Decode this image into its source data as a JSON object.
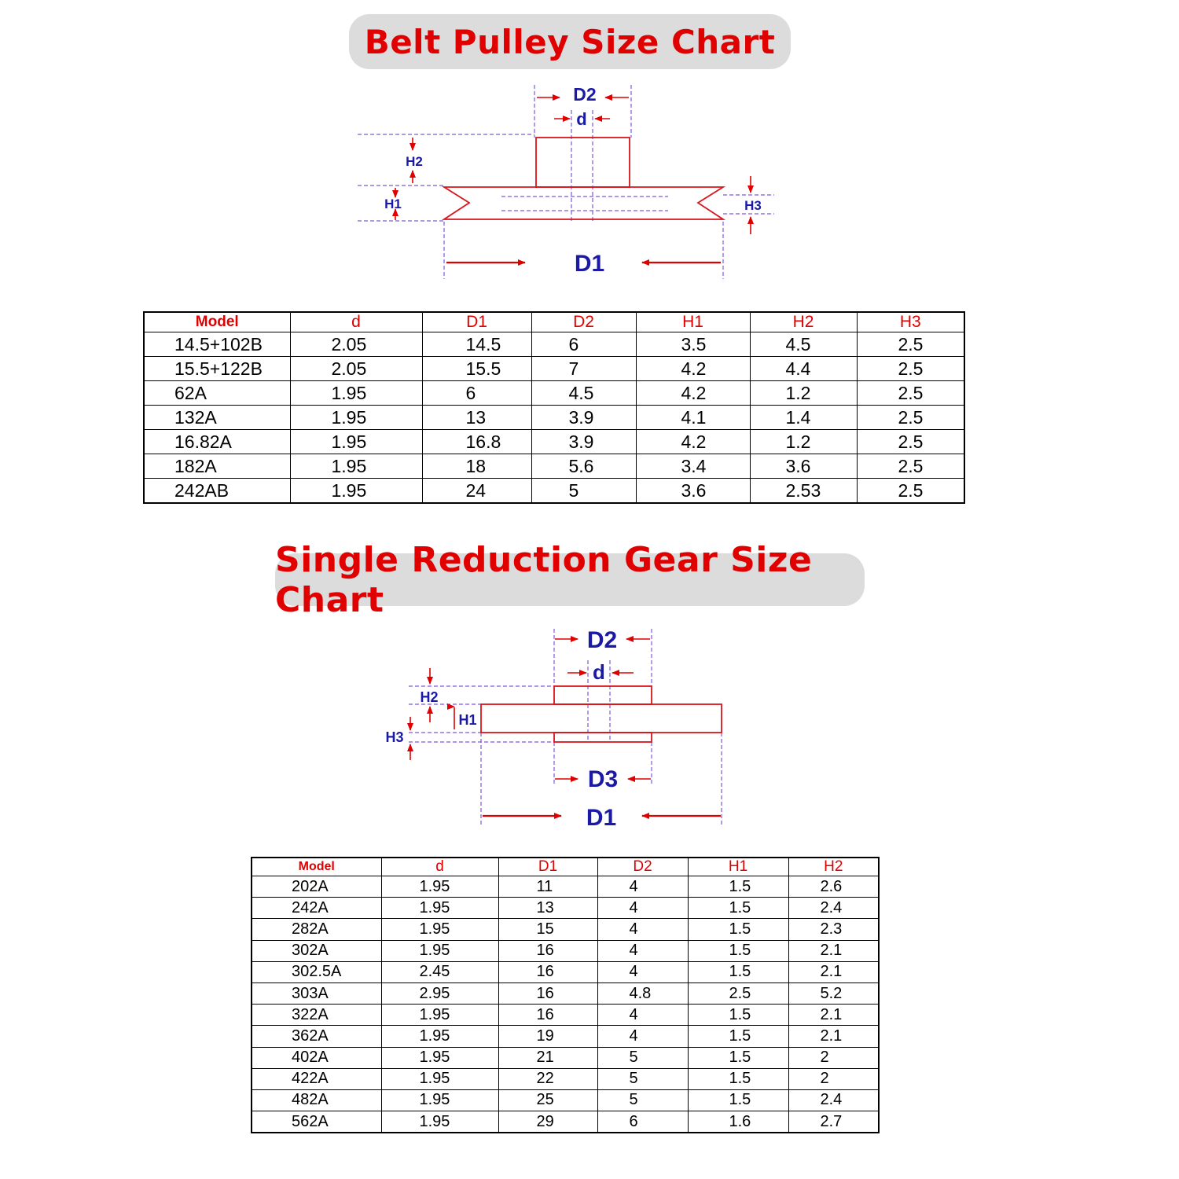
{
  "belt_pulley": {
    "title": "Belt Pulley Size Chart",
    "diagram_labels": {
      "D2": "D2",
      "d": "d",
      "H2": "H2",
      "H1": "H1",
      "H3": "H3",
      "D1": "D1"
    },
    "headers": [
      "Model",
      "d",
      "D1",
      "D2",
      "H1",
      "H2",
      "H3"
    ],
    "rows": [
      [
        "14.5+102B",
        "2.05",
        "14.5",
        "6",
        "3.5",
        "4.5",
        "2.5"
      ],
      [
        "15.5+122B",
        "2.05",
        "15.5",
        "7",
        "4.2",
        "4.4",
        "2.5"
      ],
      [
        "62A",
        "1.95",
        "6",
        "4.5",
        "4.2",
        "1.2",
        "2.5"
      ],
      [
        "132A",
        "1.95",
        "13",
        "3.9",
        "4.1",
        "1.4",
        "2.5"
      ],
      [
        "16.82A",
        "1.95",
        "16.8",
        "3.9",
        "4.2",
        "1.2",
        "2.5"
      ],
      [
        "182A",
        "1.95",
        "18",
        "5.6",
        "3.4",
        "3.6",
        "2.5"
      ],
      [
        "242AB",
        "1.95",
        "24",
        "5",
        "3.6",
        "2.53",
        "2.5"
      ]
    ]
  },
  "gear": {
    "title": "Single Reduction Gear Size Chart",
    "diagram_labels": {
      "D2": "D2",
      "d": "d",
      "H2": "H2",
      "H1": "H1",
      "H3": "H3",
      "D3": "D3",
      "D1": "D1"
    },
    "headers": [
      "Model",
      "d",
      "D1",
      "D2",
      "H1",
      "H2"
    ],
    "rows": [
      [
        "202A",
        "1.95",
        "11",
        "4",
        "1.5",
        "2.6"
      ],
      [
        "242A",
        "1.95",
        "13",
        "4",
        "1.5",
        "2.4"
      ],
      [
        "282A",
        "1.95",
        "15",
        "4",
        "1.5",
        "2.3"
      ],
      [
        "302A",
        "1.95",
        "16",
        "4",
        "1.5",
        "2.1"
      ],
      [
        "302.5A",
        "2.45",
        "16",
        "4",
        "1.5",
        "2.1"
      ],
      [
        "303A",
        "2.95",
        "16",
        "4.8",
        "2.5",
        "5.2"
      ],
      [
        "322A",
        "1.95",
        "16",
        "4",
        "1.5",
        "2.1"
      ],
      [
        "362A",
        "1.95",
        "19",
        "4",
        "1.5",
        "2.1"
      ],
      [
        "402A",
        "1.95",
        "21",
        "5",
        "1.5",
        "2"
      ],
      [
        "422A",
        "1.95",
        "22",
        "5",
        "1.5",
        "2"
      ],
      [
        "482A",
        "1.95",
        "25",
        "5",
        "1.5",
        "2.4"
      ],
      [
        "562A",
        "1.95",
        "29",
        "6",
        "1.6",
        "2.7"
      ]
    ]
  },
  "colors": {
    "title_red": "#e00000",
    "banner_gray": "#dcdcdc",
    "label_blue": "#1a1aa6",
    "dash_purple": "#7b5bd6",
    "part_red": "#d8141c"
  }
}
